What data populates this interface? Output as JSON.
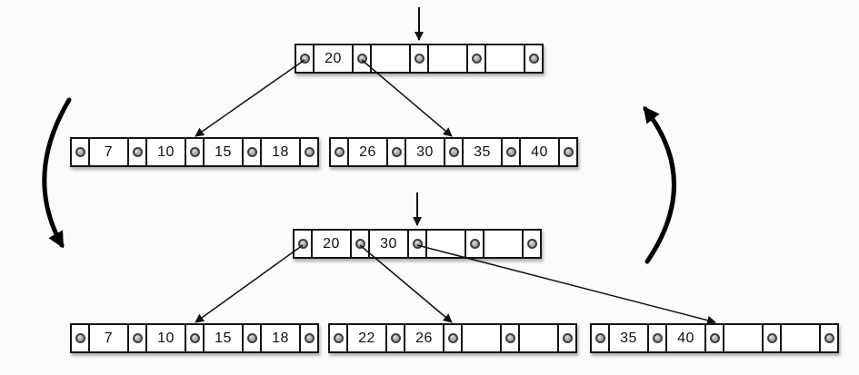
{
  "background": "#fbfbfb",
  "colors": {
    "node_border": "#141414",
    "node_fill": "#ffffff",
    "arrow_line": "#111111",
    "thick_arrow": "#000000",
    "bead_ring": "#3f3f3f",
    "bead_fill": "#b0b0b0"
  },
  "diagram": {
    "before": {
      "root": {
        "keys": [
          "20",
          "",
          "",
          ""
        ]
      },
      "children": [
        {
          "keys": [
            "7",
            "10",
            "15",
            "18"
          ]
        },
        {
          "keys": [
            "26",
            "30",
            "35",
            "40"
          ]
        }
      ]
    },
    "after": {
      "root": {
        "keys": [
          "20",
          "30",
          "",
          ""
        ]
      },
      "children": [
        {
          "keys": [
            "7",
            "10",
            "15",
            "18"
          ]
        },
        {
          "keys": [
            "22",
            "26",
            "",
            ""
          ]
        },
        {
          "keys": [
            "35",
            "40",
            "",
            ""
          ]
        }
      ]
    }
  }
}
